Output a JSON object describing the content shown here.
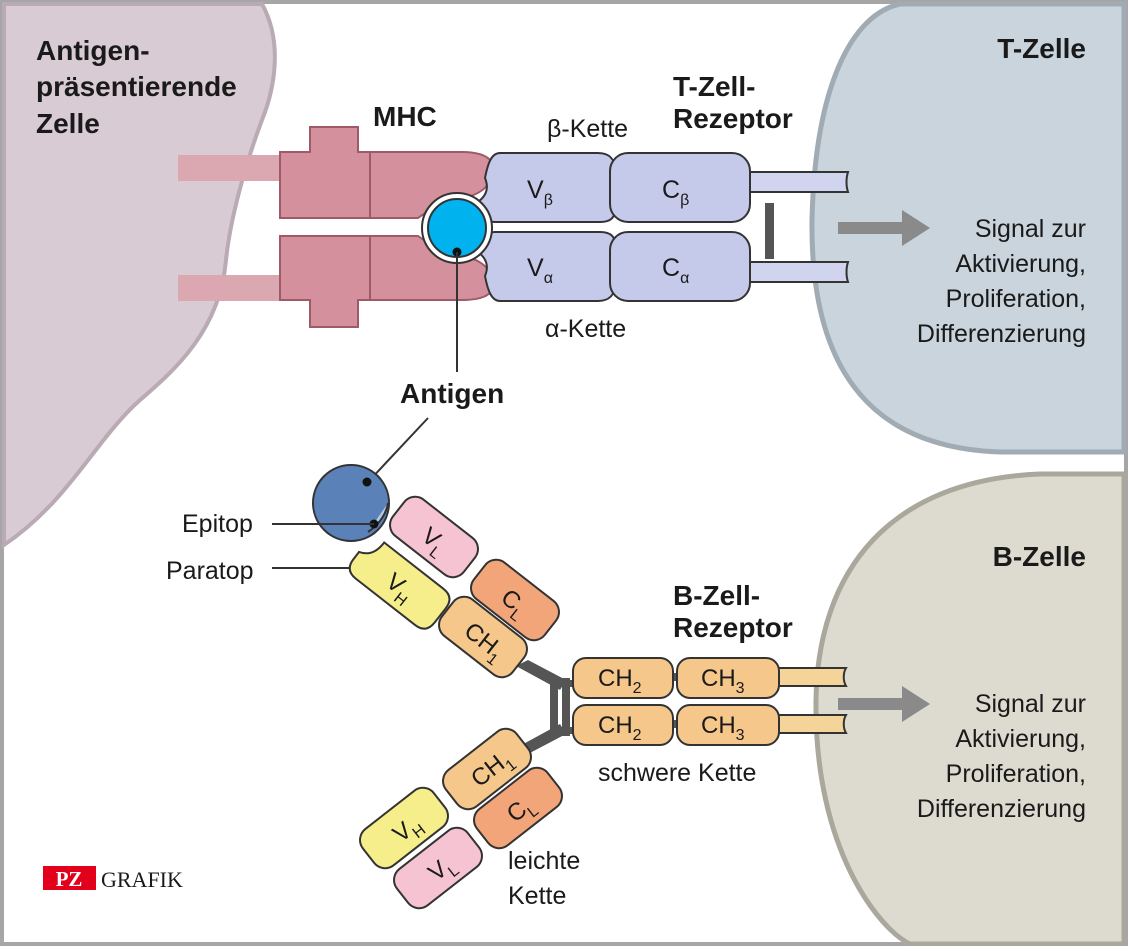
{
  "labels": {
    "apc_line1": "Antigen-",
    "apc_line2": "präsentierende",
    "apc_line3": "Zelle",
    "mhc": "MHC",
    "beta_chain": "β-Kette",
    "alpha_chain": "α-Kette",
    "tcr_line1": "T-Zell-",
    "tcr_line2": "Rezeptor",
    "t_cell": "T-Zelle",
    "antigen": "Antigen",
    "epitope": "Epitop",
    "paratope": "Paratop",
    "bcr_line1": "B-Zell-",
    "bcr_line2": "Rezeptor",
    "b_cell": "B-Zelle",
    "heavy_chain": "schwere Kette",
    "light_chain_line1": "leichte",
    "light_chain_line2": "Kette"
  },
  "t_signal": [
    "Signal zur",
    "Aktivierung,",
    "Proliferation,",
    "Differenzierung"
  ],
  "b_signal": [
    "Signal zur",
    "Aktivierung,",
    "Proliferation,",
    "Differenzierung"
  ],
  "domains": {
    "v_beta": {
      "base": "V",
      "sub": "β"
    },
    "c_beta": {
      "base": "C",
      "sub": "β"
    },
    "v_alpha": {
      "base": "V",
      "sub": "α"
    },
    "c_alpha": {
      "base": "C",
      "sub": "α"
    },
    "vl": {
      "base": "V",
      "sub": "L"
    },
    "vh": {
      "base": "V",
      "sub": "H"
    },
    "cl": {
      "base": "C",
      "sub": "L"
    },
    "ch1": {
      "base": "CH",
      "sub": "1"
    },
    "ch2": {
      "base": "CH",
      "sub": "2"
    },
    "ch3": {
      "base": "CH",
      "sub": "3"
    }
  },
  "logo": {
    "badge": "PZ",
    "text": "GRAFIK"
  },
  "colors": {
    "apc": "#d9cbd3",
    "t_cell": "#c9d4dc",
    "b_cell": "#dddbd0",
    "mhc": "#d4909c",
    "tcr": "#c5c9ea",
    "antigen_t": "#00b2ee",
    "antigen_b": "#5b82b8",
    "vl": "#f6c3d3",
    "vh": "#f5ee8a",
    "constant_b": "#f5c78a",
    "cl": "#f3a57a",
    "arrow": "#8a8a8a",
    "logo_red": "#e2001a"
  }
}
